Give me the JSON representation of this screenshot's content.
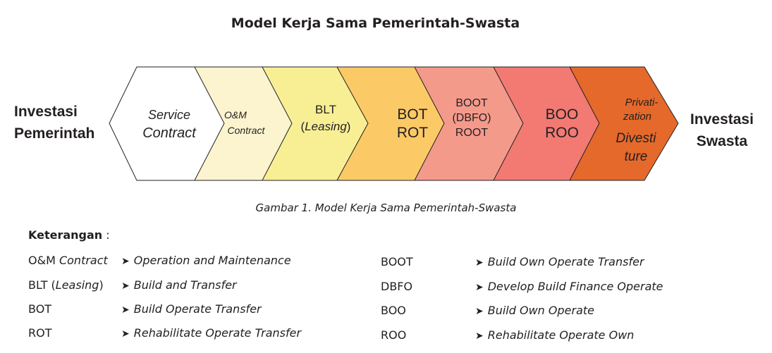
{
  "title": "Model Kerja Sama Pemerintah-Swasta",
  "left_label": [
    "Investasi",
    "Pemerintah"
  ],
  "right_label": [
    "Investasi",
    "Swasta"
  ],
  "stages": [
    {
      "lines": [
        "Service",
        "Contract"
      ],
      "color": "#ffffff"
    },
    {
      "lines": [
        "O&M",
        "Contract"
      ],
      "color": "#fbf4cf"
    },
    {
      "lines": [
        "BLT",
        "(Leasing)"
      ],
      "color": "#f8ef95"
    },
    {
      "lines": [
        "BOT",
        "ROT"
      ],
      "color": "#fbca66"
    },
    {
      "lines": [
        "BOOT",
        "(DBFO)",
        "ROOT"
      ],
      "color": "#f49a8b"
    },
    {
      "lines": [
        "BOO",
        "ROO"
      ],
      "color": "#f27a73"
    },
    {
      "lines": [
        "Privati-",
        "zation",
        "Divesti",
        "ture"
      ],
      "color": "#e5692b"
    }
  ],
  "caption": "Gambar 1. Model Kerja Sama Pemerintah-Swasta",
  "legend_title": "Keterangan",
  "legend_colon": ":",
  "legend_left": [
    {
      "term": "O&M",
      "term_italic": "Contract",
      "desc": "Operation and Maintenance"
    },
    {
      "term": "BLT (",
      "term_italic": "Leasing",
      "term_after": ")",
      "desc": "Build and Transfer"
    },
    {
      "term": "BOT",
      "desc": "Build Operate Transfer"
    },
    {
      "term": "ROT",
      "desc": "Rehabilitate Operate Transfer"
    }
  ],
  "legend_right": [
    {
      "term": "BOOT",
      "desc": "Build Own Operate Transfer"
    },
    {
      "term": "DBFO",
      "desc": "Develop Build Finance Operate"
    },
    {
      "term": "BOO",
      "desc": "Build Own Operate"
    },
    {
      "term": "ROO",
      "desc": "Rehabilitate Operate Own"
    }
  ]
}
